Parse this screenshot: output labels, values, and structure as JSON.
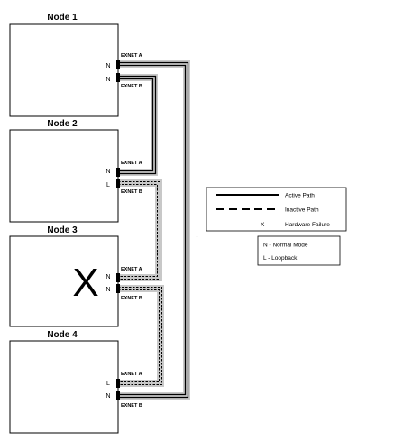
{
  "nodes": [
    {
      "title": "Node 1",
      "port_a": "N",
      "port_b": "N"
    },
    {
      "title": "Node 2",
      "port_a": "N",
      "port_b": "L"
    },
    {
      "title": "Node 3",
      "port_a": "N",
      "port_b": "N",
      "failure_mark": "X"
    },
    {
      "title": "Node 4",
      "port_a": "L",
      "port_b": "N"
    }
  ],
  "exnet_a": "EXNET A",
  "exnet_b": "EXNET B",
  "legend": {
    "active": "Active Path",
    "inactive": "Inactive Path",
    "failure_symbol": "X",
    "failure": "Hardware Failure"
  },
  "modes": {
    "normal": "N - Normal Mode",
    "loopback": "L - Loopback"
  },
  "colors": {
    "line": "#000000",
    "shade": "#c8c8c8",
    "background": "#ffffff"
  }
}
